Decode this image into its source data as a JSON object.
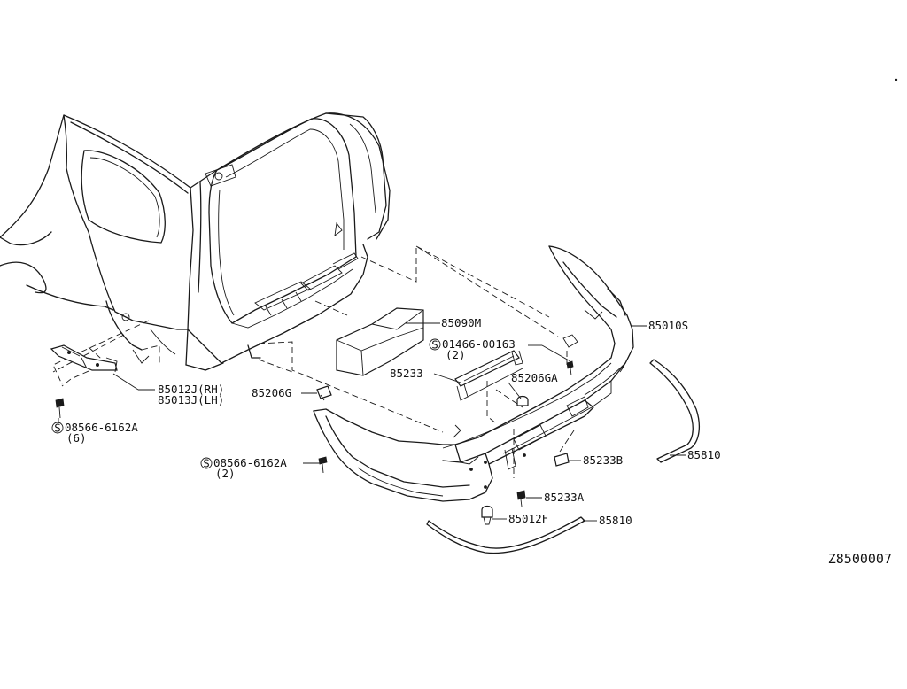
{
  "diagram_id": "Z8500007",
  "callouts": {
    "p85090M": "85090M",
    "p85010S": "85010S",
    "p01466": "01466-00163",
    "p01466_qty": "(2)",
    "p85233": "85233",
    "p85206GA": "85206GA",
    "p85206G": "85206G",
    "p85012J": "85012J(RH)",
    "p85013J": "85013J(LH)",
    "p08566a": "08566-6162A",
    "p08566a_qty": "(6)",
    "p08566b": "08566-6162A",
    "p08566b_qty": "(2)",
    "p85233B": "85233B",
    "p85233A": "85233A",
    "p85012F": "85012F",
    "p85810a": "85810",
    "p85810b": "85810"
  },
  "symbols": {
    "screw_mark": "S"
  }
}
